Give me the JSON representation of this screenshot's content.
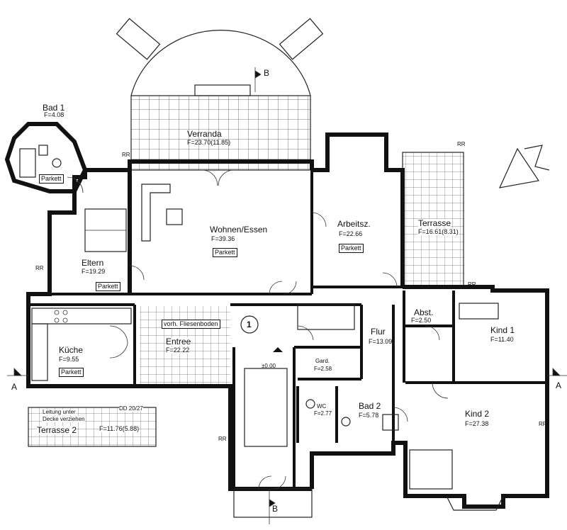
{
  "rooms": {
    "bad1": {
      "name": "Bad 1",
      "area": "F=4.08",
      "floor": "Parkett"
    },
    "verranda": {
      "name": "Verranda",
      "area": "F=23.70(11.85)"
    },
    "wohnen": {
      "name": "Wohnen/Essen",
      "area": "F=39.36",
      "floor": "Parkett"
    },
    "arbeitsz": {
      "name": "Arbeitsz.",
      "area": "F=22.66",
      "floor": "Parkett"
    },
    "terrasse": {
      "name": "Terrasse",
      "area": "F=16.61(8.31)"
    },
    "eltern": {
      "name": "Eltern",
      "area": "F=19.29",
      "floor": "Parkett"
    },
    "kueche": {
      "name": "Küche",
      "area": "F=9.55",
      "floor": "Parkett"
    },
    "entree": {
      "name": "Entree",
      "area": "F=22.22",
      "floor": "vorh. Fliesenboden"
    },
    "flur": {
      "name": "Flur",
      "area": "F=13.09"
    },
    "abst": {
      "name": "Abst.",
      "area": "F=2.50"
    },
    "kind1": {
      "name": "Kind 1",
      "area": "F=11.40"
    },
    "kind2": {
      "name": "Kind 2",
      "area": "F=27.38"
    },
    "gard": {
      "name": "Gard.",
      "area": "F=2.58"
    },
    "wc": {
      "name": "WC",
      "area": "F=2.77"
    },
    "bad2": {
      "name": "Bad 2",
      "area": "F=5.78"
    },
    "terrasse2": {
      "name": "Terrasse 2",
      "area": "F=11.76(5.88)"
    }
  },
  "annotations": {
    "rr": "RR",
    "section_a": "A",
    "section_b": "B",
    "level": "±0.00",
    "marker": "1",
    "leitung1": "Leitung unter",
    "leitung2": "Decke verziehen",
    "dd": "DD 20/27"
  },
  "north_arrow_icon": "north-arrow-icon"
}
